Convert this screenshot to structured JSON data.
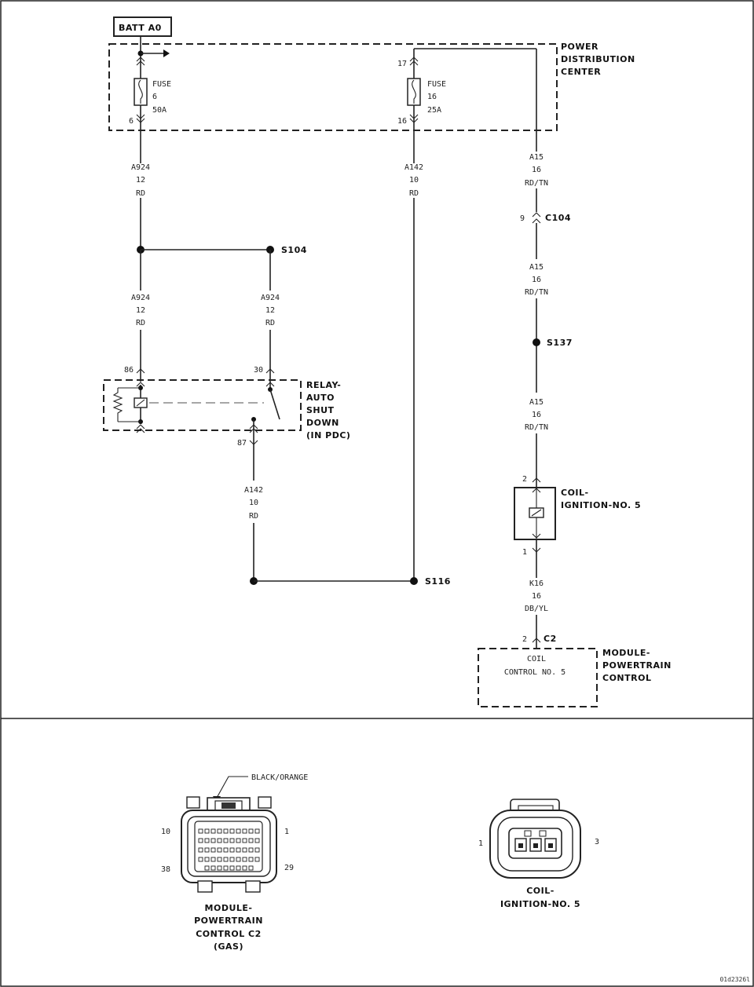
{
  "battery": {
    "label": "BATT A0"
  },
  "pdc": {
    "label_line1": "POWER",
    "label_line2": "DISTRIBUTION",
    "label_line3": "CENTER"
  },
  "fuse6": {
    "label": "FUSE",
    "number": "6",
    "rating": "50A",
    "pin_bottom": "6"
  },
  "fuse16": {
    "label": "FUSE",
    "number": "16",
    "rating": "25A",
    "pin_top": "17",
    "pin_bottom": "16"
  },
  "wire_a924_top": {
    "circuit": "A924",
    "gauge": "12",
    "color": "RD"
  },
  "wire_a142_right": {
    "circuit": "A142",
    "gauge": "10",
    "color": "RD"
  },
  "wire_a15_1": {
    "circuit": "A15",
    "gauge": "16",
    "color": "RD/TN"
  },
  "c104": {
    "pin": "9",
    "label": "C104"
  },
  "wire_a15_2": {
    "circuit": "A15",
    "gauge": "16",
    "color": "RD/TN"
  },
  "s137": {
    "label": "S137"
  },
  "wire_a15_3": {
    "circuit": "A15",
    "gauge": "16",
    "color": "RD/TN"
  },
  "s104": {
    "label": "S104"
  },
  "wire_a924_left": {
    "circuit": "A924",
    "gauge": "12",
    "color": "RD"
  },
  "wire_a924_right": {
    "circuit": "A924",
    "gauge": "12",
    "color": "RD"
  },
  "relay": {
    "pin86": "86",
    "pin30": "30",
    "pin87": "87",
    "label_line1": "RELAY-",
    "label_line2": "AUTO",
    "label_line3": "SHUT",
    "label_line4": "DOWN",
    "label_line5": "(IN PDC)"
  },
  "wire_a142_lower": {
    "circuit": "A142",
    "gauge": "10",
    "color": "RD"
  },
  "s116": {
    "label": "S116"
  },
  "coil": {
    "pin_top": "2",
    "pin_bottom": "1",
    "label_line1": "COIL-",
    "label_line2": "IGNITION-NO. 5"
  },
  "wire_k16": {
    "circuit": "K16",
    "gauge": "16",
    "color": "DB/YL"
  },
  "pcm": {
    "pin": "2",
    "connector": "C2",
    "inner_line1": "COIL",
    "inner_line2": "CONTROL NO. 5",
    "label_line1": "MODULE-",
    "label_line2": "POWERTRAIN",
    "label_line3": "CONTROL"
  },
  "pcm_connector_view": {
    "color_callout": "BLACK/ORANGE",
    "pin_top_left": "10",
    "pin_top_right": "1",
    "pin_bottom_left": "38",
    "pin_bottom_right": "29",
    "label_line1": "MODULE-",
    "label_line2": "POWERTRAIN",
    "label_line3": "CONTROL C2",
    "label_line4": "(GAS)"
  },
  "coil_connector_view": {
    "pin_left": "1",
    "pin_right": "3",
    "label_line1": "COIL-",
    "label_line2": "IGNITION-NO. 5"
  },
  "figure_id": "01d2326l"
}
